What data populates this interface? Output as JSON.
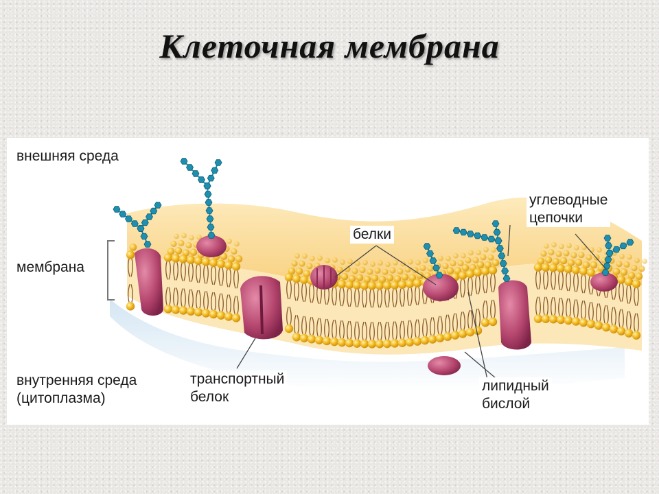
{
  "title": "Клеточная мембрана",
  "labels": {
    "outer_env": "внешняя среда",
    "membrane": "мембрана",
    "inner_env_line1": "внутренняя среда",
    "inner_env_line2": "(цитоплазма)",
    "proteins": "белки",
    "carb_chains_line1": "углеводные",
    "carb_chains_line2": "цепочки",
    "transport_protein_line1": "транспортный",
    "transport_protein_line2": "белок",
    "lipid_bilayer_line1": "липидный",
    "lipid_bilayer_line2": "бислой"
  },
  "colors": {
    "lipid_head": "#f2b81f",
    "lipid_tail": "#8a5a2a",
    "protein": "#b5466e",
    "carbohydrate": "#1f8fb0",
    "core": "#fbe7b8"
  }
}
